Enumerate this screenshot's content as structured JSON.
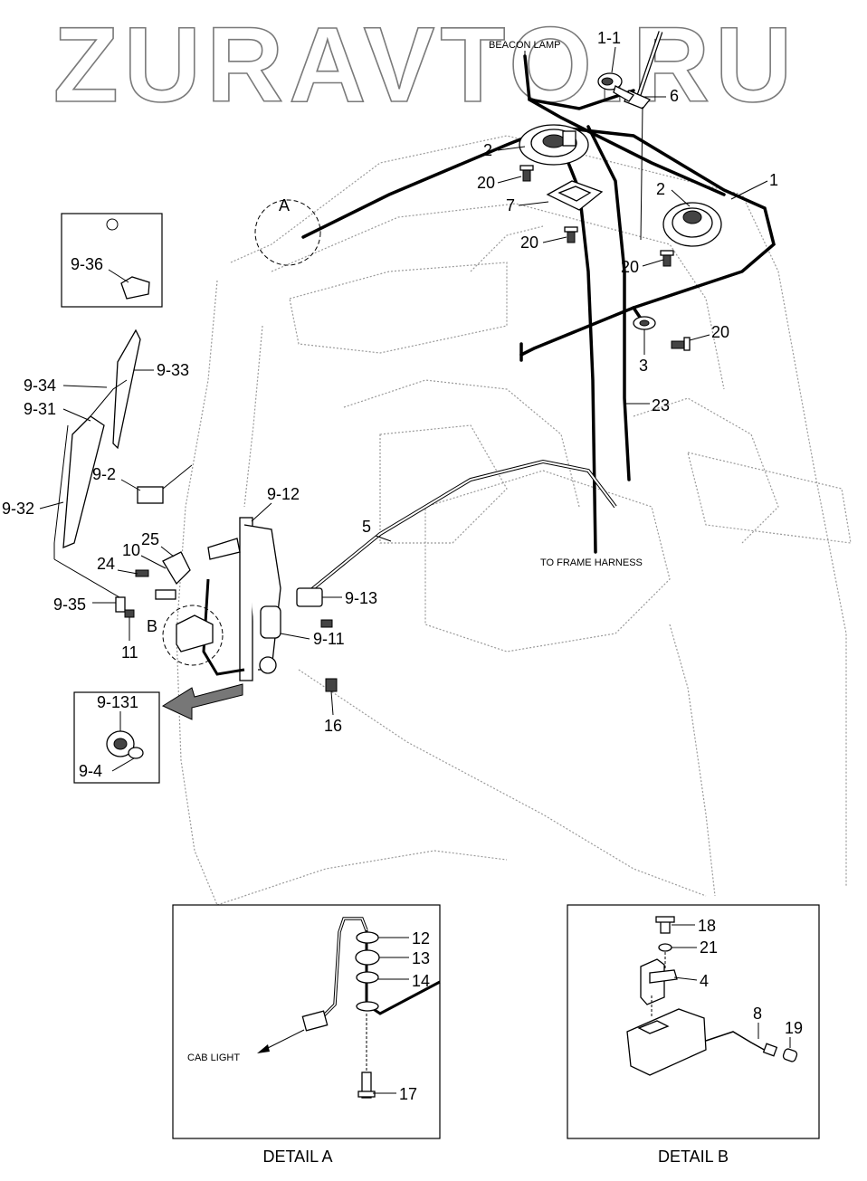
{
  "watermark": "ZURAVTO.RU",
  "labels": {
    "beacon_lamp": "BEACON LAMP",
    "to_frame_harness": "TO FRAME HARNESS",
    "cab_light": "CAB LIGHT",
    "detail_a_marker": "A",
    "detail_b_marker": "B"
  },
  "callouts": {
    "p1_1": "1-1",
    "p6": "6",
    "p2a": "2",
    "p20a": "20",
    "p7": "7",
    "p2b": "2",
    "p1": "1",
    "p20b": "20",
    "p20c": "20",
    "p20d": "20",
    "p3": "3",
    "p23": "23",
    "p9_36": "9-36",
    "p9_33": "9-33",
    "p9_34": "9-34",
    "p9_31": "9-31",
    "p9_2": "9-2",
    "p9_32": "9-32",
    "p9_12": "9-12",
    "p5": "5",
    "p25": "25",
    "p10": "10",
    "p24": "24",
    "p9_35": "9-35",
    "p9_13": "9-13",
    "p9_11": "9-11",
    "p11": "11",
    "p16": "16",
    "p9_131": "9-131",
    "p9_4": "9-4"
  },
  "detail_a": {
    "title": "DETAIL A",
    "callouts": {
      "p12": "12",
      "p13": "13",
      "p14": "14",
      "p17": "17"
    }
  },
  "detail_b": {
    "title": "DETAIL B",
    "callouts": {
      "p18": "18",
      "p21": "21",
      "p4": "4",
      "p8": "8",
      "p19": "19"
    }
  }
}
